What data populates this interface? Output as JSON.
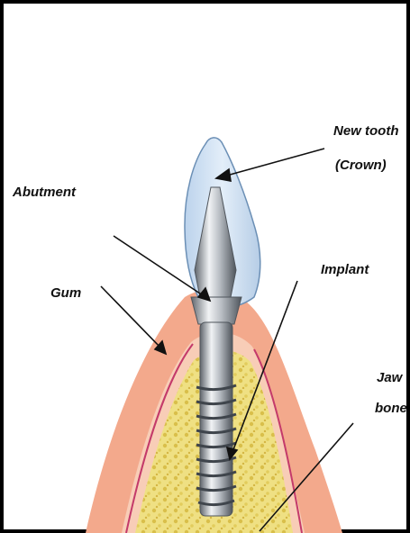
{
  "labels": {
    "crown_line1": "New tooth",
    "crown_line2": "(Crown)",
    "abutment": "Abutment",
    "gum": "Gum",
    "implant": "Implant",
    "jaw_line1": "Jaw",
    "jaw_line2": "bone"
  },
  "colors": {
    "gum": "#f3a98c",
    "gum_inner": "#f8cdb7",
    "gum_line": "#c43a6a",
    "bone": "#efe083",
    "bone_dots": "#d9bf4a",
    "crown": "#cfe1f3",
    "crown_edge": "#6b8fb5",
    "metal_light": "#e4e8ec",
    "metal_dark": "#6b7178"
  }
}
